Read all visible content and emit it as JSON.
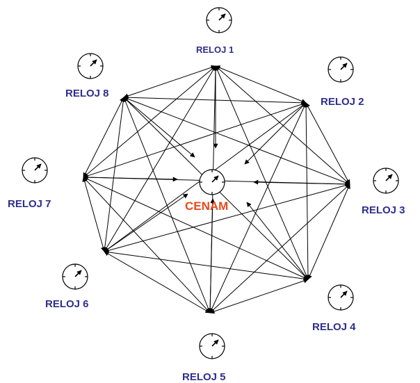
{
  "diagram": {
    "center_label": "CENAM",
    "clock_labels": [
      "RELOJ 1",
      "RELOJ 2",
      "RELOJ 3",
      "RELOJ 4",
      "RELOJ 5",
      "RELOJ 6",
      "RELOJ 7",
      "RELOJ 8"
    ],
    "clock_icon": "clock-icon",
    "colors": {
      "clock_label": "#2e2e8c",
      "center_label": "#e8491d",
      "line": "#000000"
    }
  }
}
